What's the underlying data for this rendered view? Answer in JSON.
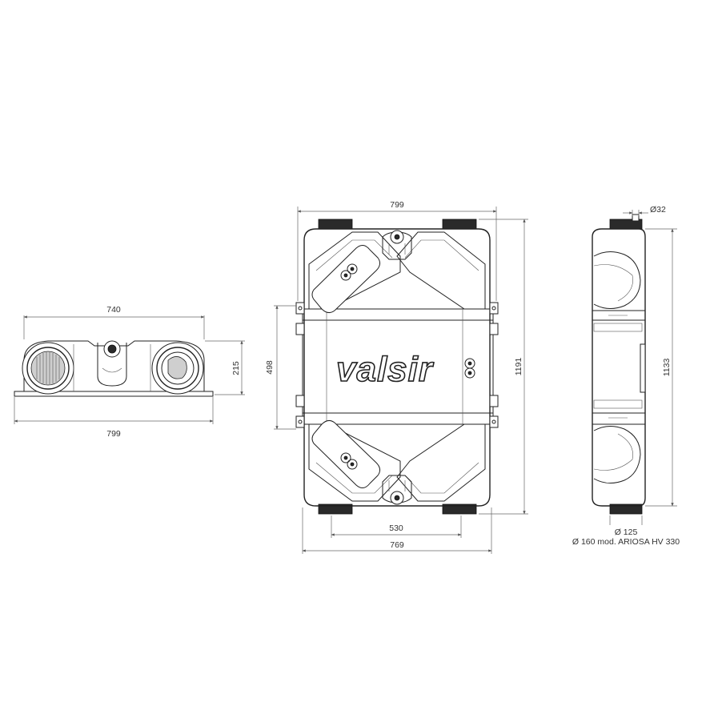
{
  "top_view": {
    "dim_top": "740",
    "dim_height": "215",
    "dim_bottom": "799"
  },
  "front_view": {
    "dim_top": "799",
    "dim_left": "498",
    "dim_right": "1191",
    "dim_bottom_inner": "530",
    "dim_bottom_outer": "769",
    "logo": "valsir"
  },
  "side_view": {
    "dim_top": "Ø32",
    "dim_right": "1133",
    "dim_bottom_1": "Ø 125",
    "dim_bottom_2": "Ø 160 mod. ARIOSA HV 330"
  }
}
